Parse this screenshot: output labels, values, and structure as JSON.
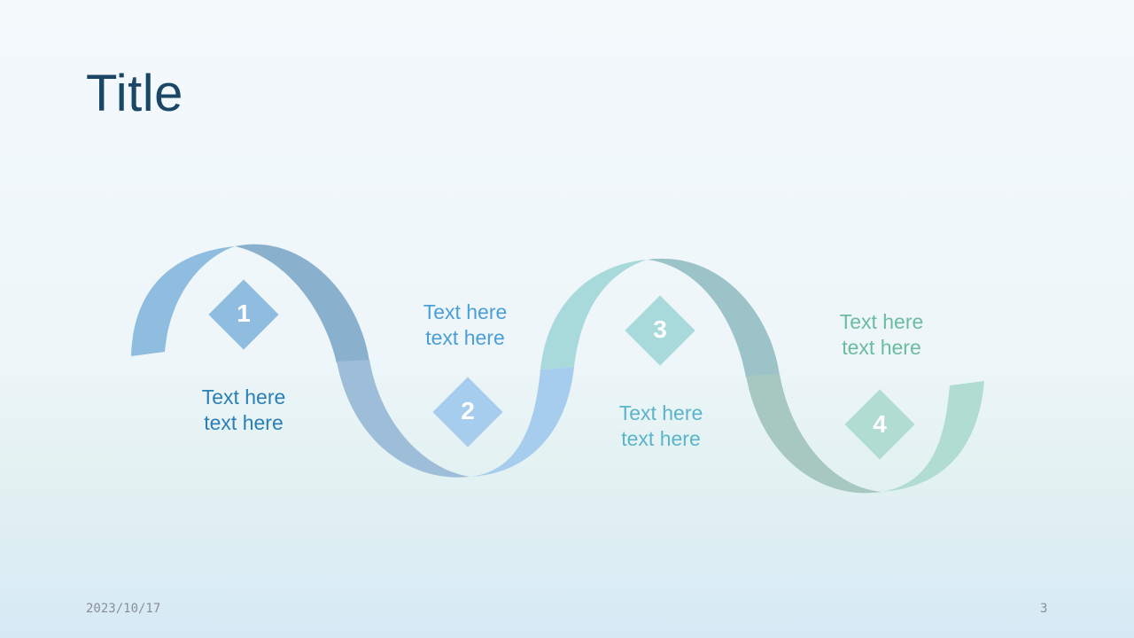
{
  "slide": {
    "title": "Title",
    "date": "2023/10/17",
    "page_number": "3"
  },
  "steps": [
    {
      "number": "1",
      "text": "Text here\ntext here",
      "color": "#8fbde0"
    },
    {
      "number": "2",
      "text": "Text here\ntext here",
      "color": "#a6cdee"
    },
    {
      "number": "3",
      "text": "Text here\ntext here",
      "color": "#a8d9db"
    },
    {
      "number": "4",
      "text": "Text here\ntext here",
      "color": "#b1dcd2"
    }
  ],
  "colors": {
    "title": "#1b4766",
    "text_1": "#2a7fb5",
    "text_2": "#4a9fd6",
    "text_3": "#5bb4c9",
    "text_4": "#6bbc9e"
  }
}
